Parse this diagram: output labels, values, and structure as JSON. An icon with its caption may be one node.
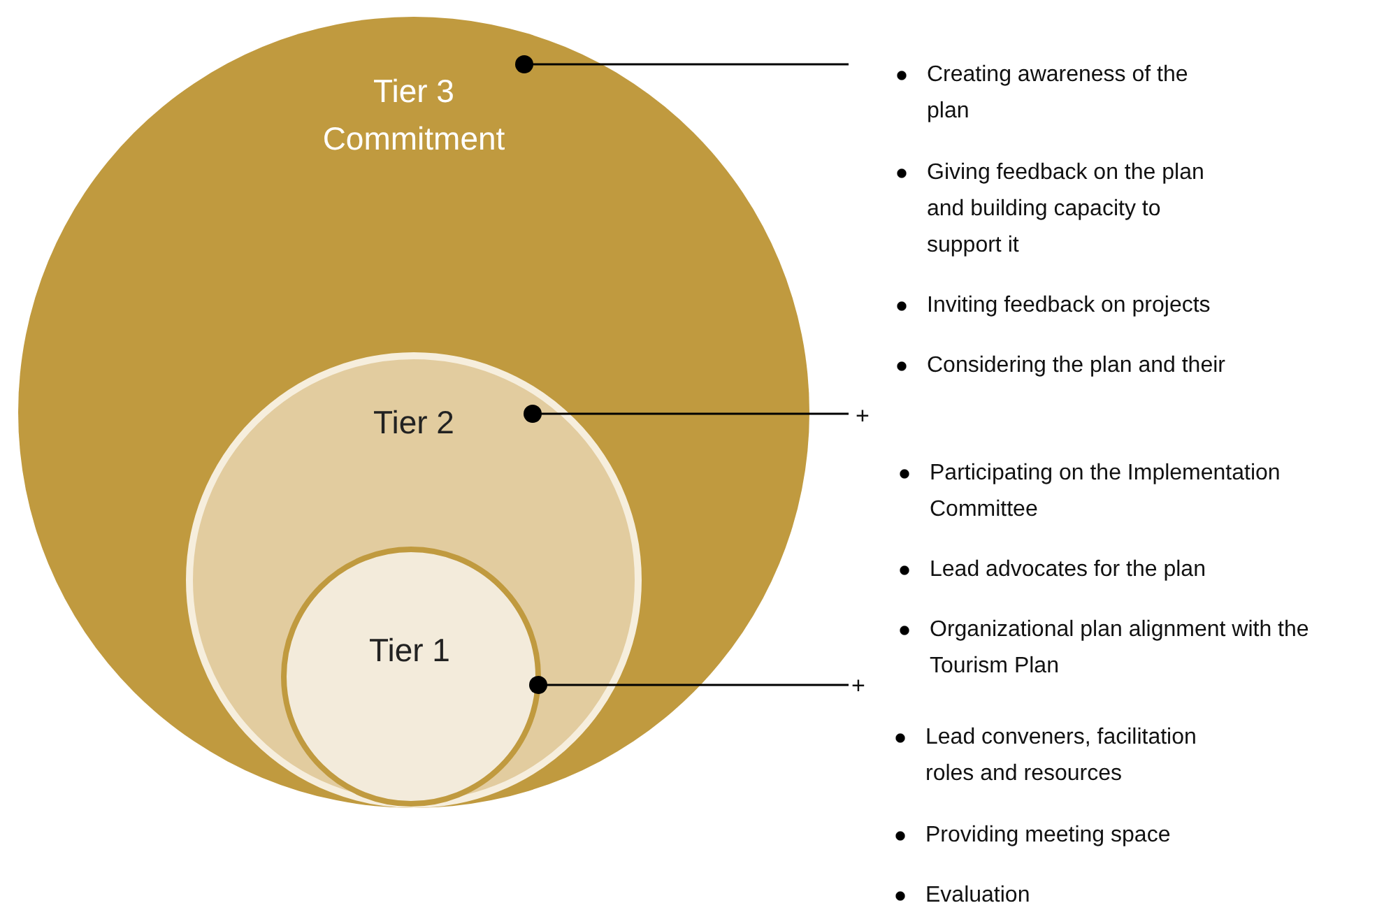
{
  "diagram": {
    "nodes": [
      {
        "text": [
          "Tier 3 Commitment"
        ]
      },
      {
        "text": [
          "Tier 2"
        ],
        "in": 0
      },
      {
        "text": [
          "Tier 1"
        ],
        "in": 1
      },
      {
        "text": [
          "Creating awareness of the plan",
          "Giving feedback on the plan and building capacity to support it",
          "Inviting feedback on projects",
          "Considering the plan and their"
        ]
      },
      {
        "text": [
          "+",
          "Participating on the Implementation Committee",
          "Lead advocates for the plan",
          "Organizational plan alignment  with the Tourism Plan"
        ]
      },
      {
        "text": [
          "+",
          "Lead conveners, facilitation roles and resources",
          "Providing meeting space",
          "Evaluation"
        ]
      }
    ],
    "edges": [
      {
        "from": 0,
        "to": 3,
        "arrow": "other"
      },
      {
        "from": 1,
        "to": 4,
        "arrow": "other"
      },
      {
        "from": 2,
        "to": 5,
        "arrow": "other"
      }
    ]
  }
}
